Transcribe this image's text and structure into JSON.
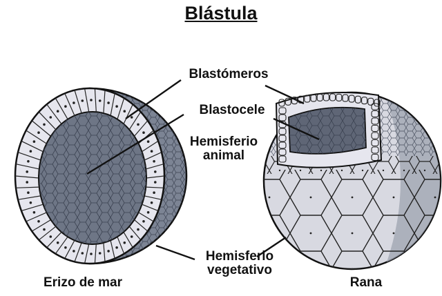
{
  "title": "Blástula",
  "labels": {
    "blastomeros": "Blastómeros",
    "blastocele": "Blastocele",
    "hemisferio_animal": [
      "Hemisferio",
      "animal"
    ],
    "hemisferio_vegetativo": [
      "Hemisferio",
      "vegetativo"
    ],
    "erizo_de_mar": "Erizo de mar",
    "rana": "Rana"
  },
  "colors": {
    "outer_cell_fill": "#e6e6ee",
    "cavity_fill": "#6e7686",
    "cavity_cell_lines": "#3a4150",
    "frog_yolk_cells": "#dcdde4",
    "outline": "#111111"
  }
}
